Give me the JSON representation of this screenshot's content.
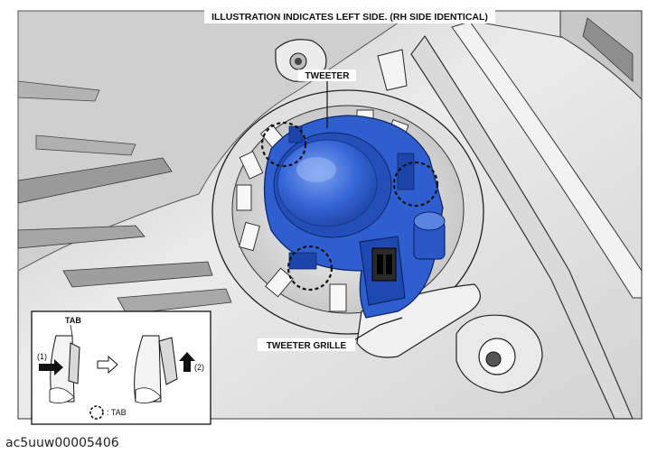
{
  "header_note": "ILLUSTRATION INDICATES LEFT SIDE. (RH SIDE IDENTICAL)",
  "callouts": {
    "tweeter": "TWEETER",
    "tweeter_grille": "TWEETER GRILLE"
  },
  "inset": {
    "tab_label": "TAB",
    "step1": "(1)",
    "step2": "(2)",
    "legend": ": TAB"
  },
  "figure_id": "ac5uuw00005406",
  "colors": {
    "tweeter_blue": "#2f5fcf",
    "tweeter_dark": "#1a3b96",
    "tweeter_highlight": "#6f95ee",
    "panel_gray": "#d6d6d6",
    "panel_light": "#f2f2f2",
    "line": "#111111"
  },
  "icons": [
    "push-arrow-right-icon",
    "hollow-arrow-right-icon",
    "up-arrow-icon",
    "dashed-circle-icon"
  ]
}
